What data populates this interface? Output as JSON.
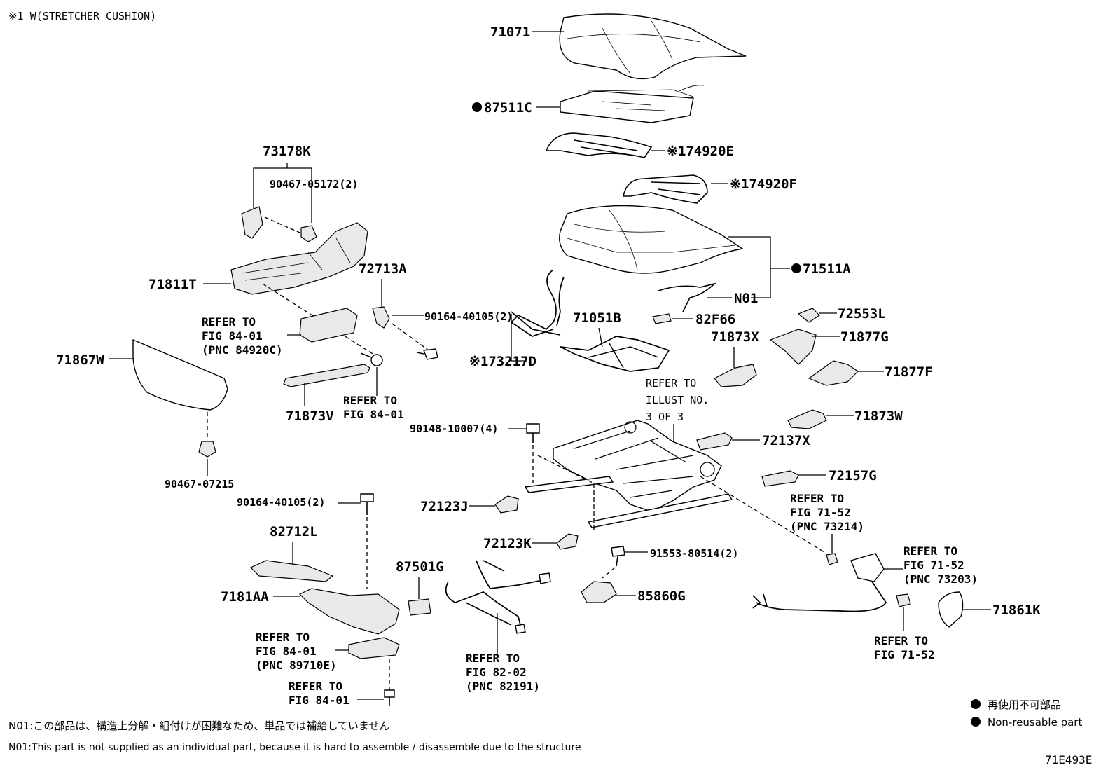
{
  "header": {
    "stretcher_note": "※1 W(STRETCHER CUSHION)"
  },
  "labels": {
    "p71071": "71071",
    "p87511c": "87511C",
    "p74920e": "※174920E",
    "p74920f": "※174920F",
    "p71511a": "71511A",
    "n01": "N01",
    "p73178k": "73178K",
    "p90467_05172": "90467-05172(2)",
    "p71811t": "71811T",
    "p72713a": "72713A",
    "p90164_40105_top": "90164-40105(2)",
    "p71051b": "71051B",
    "p82f66": "82F66",
    "p72553l": "72553L",
    "p71877g": "71877G",
    "p71873x": "71873X",
    "p71877f": "71877F",
    "p73217d": "※173217D",
    "p71867w": "71867W",
    "p71873v": "71873V",
    "p90148_10007": "90148-10007(4)",
    "p71873w": "71873W",
    "p72137x": "72137X",
    "p72157g": "72157G",
    "p90467_07215": "90467-07215",
    "p90164_40105_bot": "90164-40105(2)",
    "p72123j": "72123J",
    "p82712l": "82712L",
    "p72123k": "72123K",
    "p91553_80514": "91553-80514(2)",
    "p87501g": "87501G",
    "p7181aa": "7181AA",
    "p85860g": "85860G",
    "p71861k": "71861K"
  },
  "refs": {
    "r_84920c": [
      "REFER TO",
      "FIG 84-01",
      "(PNC 84920C)"
    ],
    "r_fig8401_mid": [
      "REFER TO",
      "FIG 84-01"
    ],
    "r_illust": [
      "REFER TO",
      "ILLUST NO.",
      "3 OF 3"
    ],
    "r_73214": [
      "REFER TO",
      "FIG 71-52",
      "(PNC 73214)"
    ],
    "r_73203": [
      "REFER TO",
      "FIG 71-52",
      "(PNC 73203)"
    ],
    "r_fig7152_bot": [
      "REFER TO",
      "FIG 71-52"
    ],
    "r_89710e": [
      "REFER TO",
      "FIG 84-01",
      "(PNC 89710E)"
    ],
    "r_fig8401_bot": [
      "REFER TO",
      "FIG 84-01"
    ],
    "r_82191": [
      "REFER TO",
      "FIG 82-02",
      "(PNC 82191)"
    ]
  },
  "legend": {
    "jp": "再使用不可部品",
    "en": "Non-reusable part"
  },
  "notes": {
    "n01_jp": "N01:この部品は、構造上分解・組付けが困難なため、単品では補給していません",
    "n01_en": "N01:This part is not supplied as an individual part, because it is hard to assemble / disassemble due to the structure"
  },
  "figure_code": "71E493E"
}
